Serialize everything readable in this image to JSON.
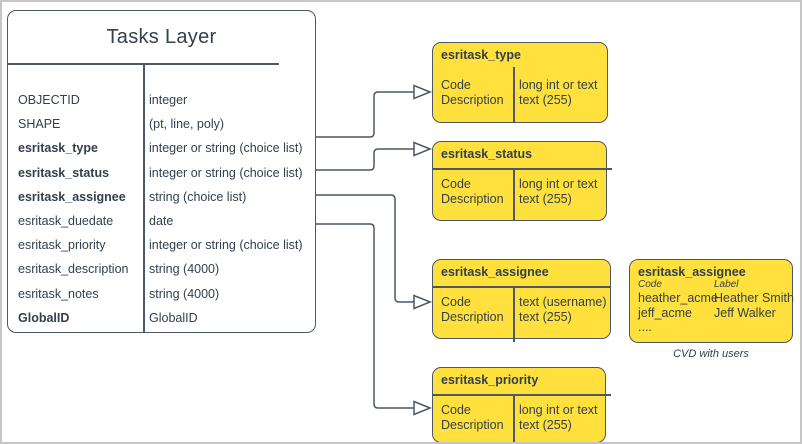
{
  "colors": {
    "shape_fill_yellow": "#ffe03c",
    "stroke": "#4d5765",
    "text": "#33404e",
    "canvas_frame": "#c6c6c6"
  },
  "tasks_layer": {
    "title": "Tasks Layer",
    "rows": [
      {
        "name": "OBJECTID",
        "type": "integer"
      },
      {
        "name": "SHAPE",
        "type": "(pt, line, poly)"
      },
      {
        "name": "esritask_type",
        "type": "integer or string (choice list)"
      },
      {
        "name": "esritask_status",
        "type": "integer or string (choice list)"
      },
      {
        "name": "esritask_assignee",
        "type": "string (choice list)"
      },
      {
        "name": "esritask_duedate",
        "type": "date"
      },
      {
        "name": "esritask_priority",
        "type": "integer or string (choice list)"
      },
      {
        "name": "esritask_description",
        "type": "string (4000)"
      },
      {
        "name": "esritask_notes",
        "type": "string (4000)"
      },
      {
        "name": "GlobalID",
        "type": "GlobalID"
      }
    ]
  },
  "lookup_boxes": [
    {
      "title": "esritask_type",
      "row_label_1": "Code",
      "row_label_2": "Description",
      "row_type_1": "long int or text",
      "row_type_2": "text (255)"
    },
    {
      "title": "esritask_status",
      "row_label_1": "Code",
      "row_label_2": "Description",
      "row_type_1": "long int or text",
      "row_type_2": "text (255)"
    },
    {
      "title": "esritask_assignee",
      "row_label_1": "Code",
      "row_label_2": "Description",
      "row_type_1": "text  (username)",
      "row_type_2": "text (255)"
    },
    {
      "title": "esritask_priority",
      "row_label_1": "Code",
      "row_label_2": "Description",
      "row_type_1": "long int or text",
      "row_type_2": "text (255)"
    }
  ],
  "cvd_box": {
    "title": "esritask_assignee",
    "header_code": "Code",
    "header_label": "Label",
    "rows": [
      {
        "code": "heather_acme",
        "label": "Heather Smith"
      },
      {
        "code": "jeff_acme",
        "label": "Jeff Walker"
      }
    ],
    "ellipsis": "....",
    "caption": "CVD with users"
  }
}
